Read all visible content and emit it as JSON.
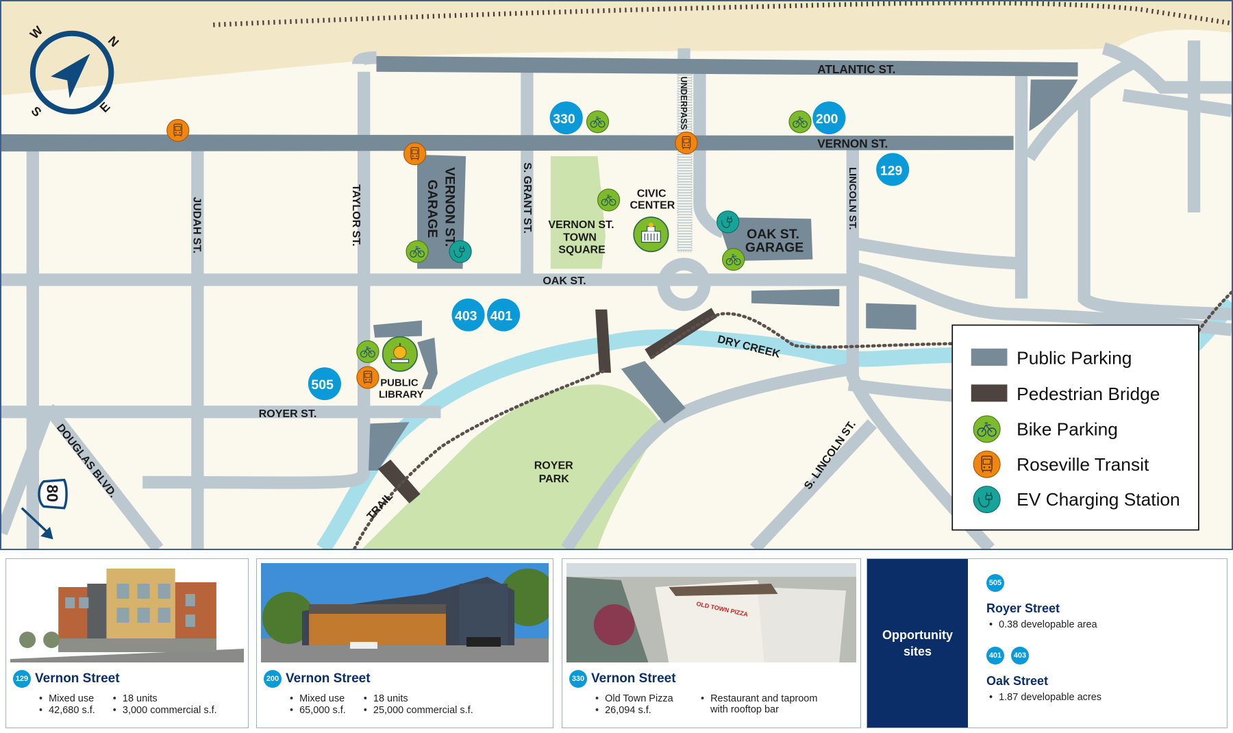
{
  "compass": {
    "n": "N",
    "e": "E",
    "s": "S",
    "w": "W"
  },
  "highway_shield": "80",
  "streets": {
    "atlantic": "ATLANTIC ST.",
    "vernon": "VERNON ST.",
    "oak": "OAK ST.",
    "royer": "ROYER ST.",
    "judah": "JUDAH ST.",
    "taylor": "TAYLOR ST.",
    "s_grant": "S. GRANT ST.",
    "lincoln": "LINCOLN ST.",
    "s_lincoln": "S. LINCOLN ST.",
    "douglas": "DOUGLAS BLVD.",
    "underpass": "UNDERPASS",
    "trail": "TRAIL",
    "dry_creek": "DRY CREEK"
  },
  "places": {
    "vernon_garage": [
      "VERNON ST.",
      "GARAGE"
    ],
    "town_square": [
      "VERNON ST.",
      "TOWN",
      "SQUARE"
    ],
    "civic_center": [
      "CIVIC",
      "CENTER"
    ],
    "oak_garage": [
      "OAK ST.",
      "GARAGE"
    ],
    "public_library": [
      "PUBLIC",
      "LIBRARY"
    ],
    "royer_park": [
      "ROYER",
      "PARK"
    ]
  },
  "site_badges": [
    "330",
    "200",
    "129",
    "403",
    "401",
    "505"
  ],
  "legend": {
    "items": [
      {
        "label": "Public Parking",
        "icon": "parking-swatch",
        "color": "#778a97"
      },
      {
        "label": "Pedestrian Bridge",
        "icon": "bridge-swatch",
        "color": "#4d4440"
      },
      {
        "label": "Bike Parking",
        "icon": "bike-icon",
        "color": "#7dbb2a"
      },
      {
        "label": "Roseville Transit",
        "icon": "bus-icon",
        "color": "#f0860f"
      },
      {
        "label": "EV Charging Station",
        "icon": "ev-plug-icon",
        "color": "#16a39a"
      }
    ]
  },
  "colors": {
    "background": "#fbf8ee",
    "sand": "#f2e8c8",
    "main_road": "#778a97",
    "minor_road": "#bcc8d0",
    "creek": "#a6dfe9",
    "park": "#cde3ae",
    "site_badge": "#0a9ad8",
    "navy": "#0b2d68"
  },
  "cards": [
    {
      "number": "129",
      "title": "Vernon Street",
      "bullets": [
        "Mixed use",
        "18 units",
        "42,680 s.f.",
        "3,000 commercial s.f."
      ]
    },
    {
      "number": "200",
      "title": "Vernon Street",
      "bullets": [
        "Mixed use",
        "18 units",
        "65,000 s.f.",
        "25,000 commercial s.f."
      ]
    },
    {
      "number": "330",
      "title": "Vernon Street",
      "bullets": [
        "Old Town Pizza",
        "Restaurant and taproom with rooftop bar",
        "26,094 s.f."
      ]
    }
  ],
  "opportunity": {
    "heading": "Opportunity sites",
    "sites": [
      {
        "badges": [
          "505"
        ],
        "name": "Royer Street",
        "bullet": "0.38 developable area"
      },
      {
        "badges": [
          "401",
          "403"
        ],
        "name": "Oak Street",
        "bullet": "1.87 developable acres"
      }
    ]
  }
}
